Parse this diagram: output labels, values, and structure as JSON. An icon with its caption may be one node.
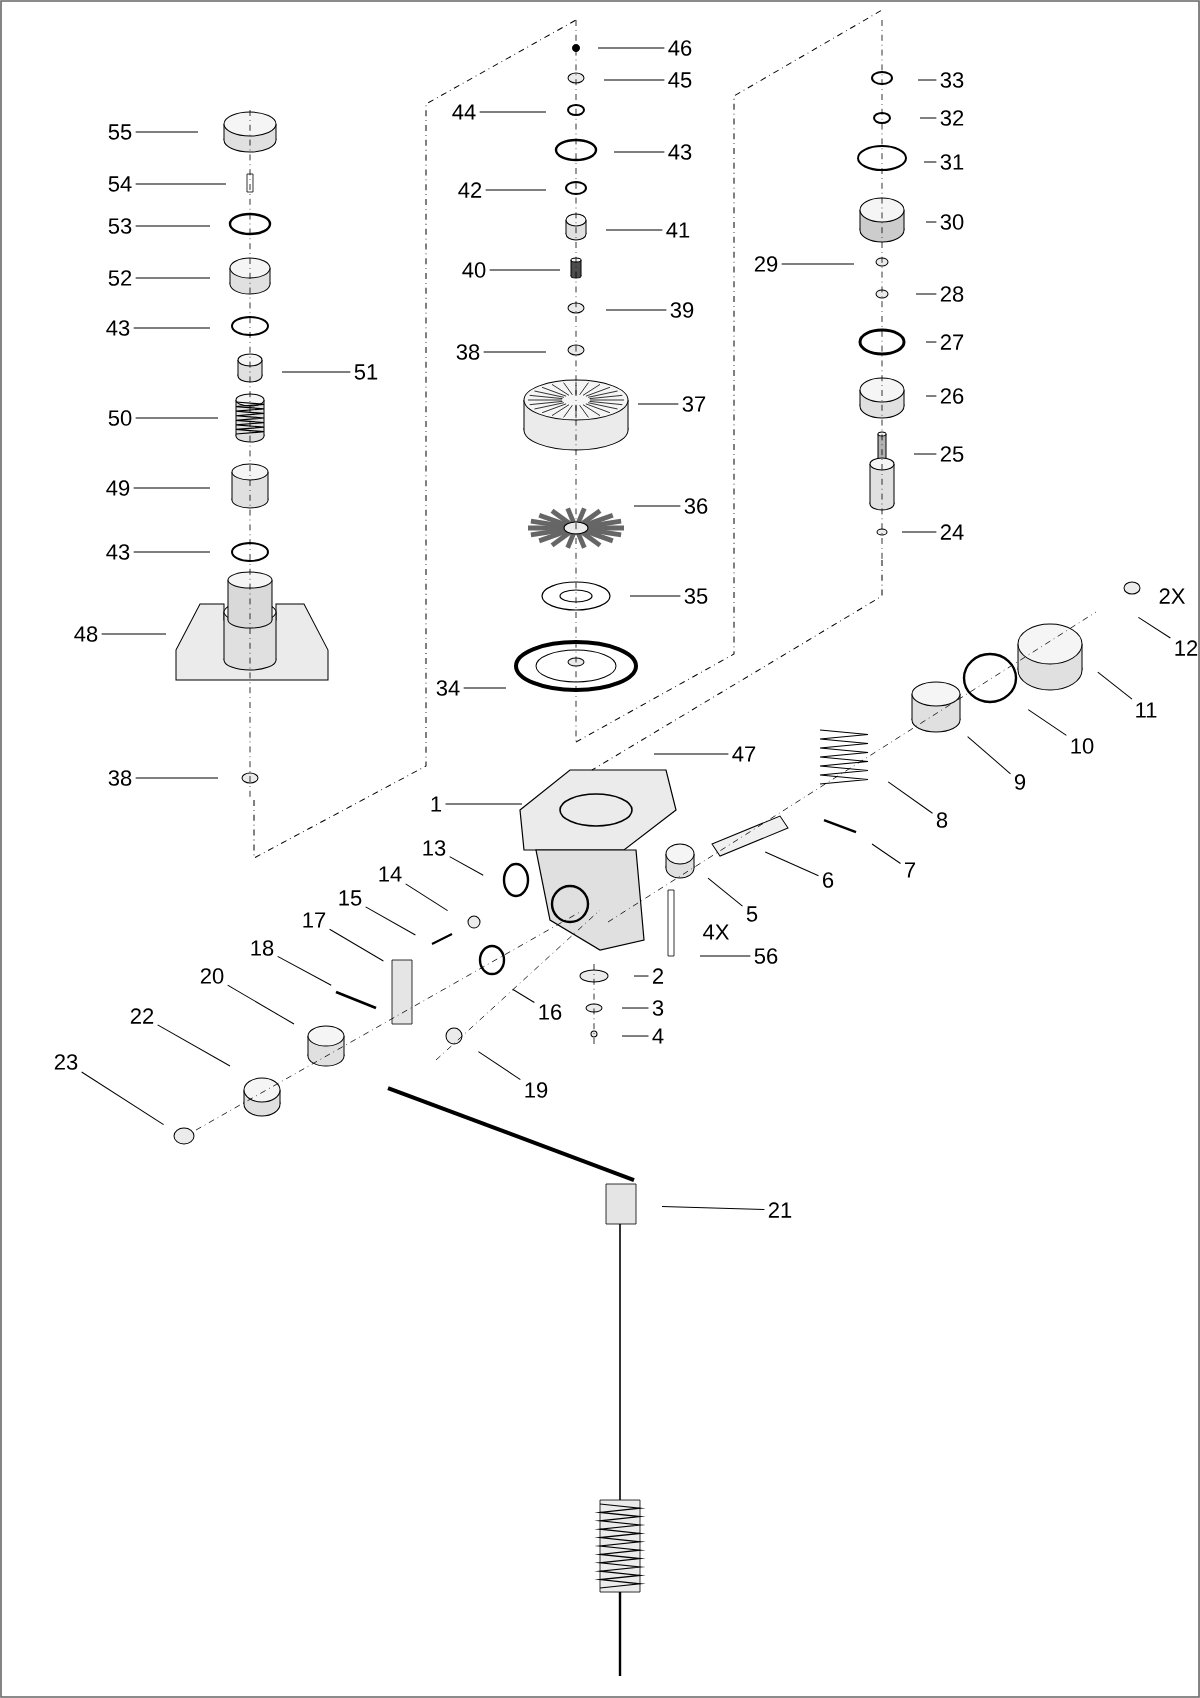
{
  "diagram": {
    "nodes": [
      {
        "text": [
          "46"
        ]
      },
      {
        "text": [
          "45"
        ]
      },
      {
        "text": [
          "33"
        ]
      },
      {
        "text": [
          "44"
        ]
      },
      {
        "text": [
          "32"
        ]
      },
      {
        "text": [
          "55"
        ]
      },
      {
        "text": [
          "43"
        ]
      },
      {
        "text": [
          "31"
        ]
      },
      {
        "text": [
          "54"
        ]
      },
      {
        "text": [
          "42"
        ]
      },
      {
        "text": [
          "30"
        ]
      },
      {
        "text": [
          "53"
        ]
      },
      {
        "text": [
          "41"
        ]
      },
      {
        "text": [
          "29"
        ]
      },
      {
        "text": [
          "40"
        ]
      },
      {
        "text": [
          "52"
        ]
      },
      {
        "text": [
          "28"
        ]
      },
      {
        "text": [
          "39"
        ]
      },
      {
        "text": [
          "43"
        ]
      },
      {
        "text": [
          "38"
        ]
      },
      {
        "text": [
          "51"
        ]
      },
      {
        "text": [
          "27"
        ]
      },
      {
        "text": [
          "37"
        ]
      },
      {
        "text": [
          "50"
        ]
      },
      {
        "text": [
          "26"
        ]
      },
      {
        "text": [
          "49"
        ]
      },
      {
        "text": [
          "36"
        ]
      },
      {
        "text": [
          "25"
        ]
      },
      {
        "text": [
          "24"
        ]
      },
      {
        "text": [
          "43"
        ]
      },
      {
        "text": [
          "35"
        ]
      },
      {
        "text": [
          "12"
        ],
        "beside": [
          "2X"
        ]
      },
      {
        "text": [
          "48"
        ]
      },
      {
        "text": [
          "34"
        ]
      },
      {
        "text": [
          "11"
        ]
      },
      {
        "text": [
          "10"
        ]
      },
      {
        "text": [
          "47"
        ]
      },
      {
        "text": [
          "9"
        ]
      },
      {
        "text": [
          "38"
        ]
      },
      {
        "text": [
          "1"
        ]
      },
      {
        "text": [
          "8"
        ]
      },
      {
        "text": [
          "7"
        ]
      },
      {
        "text": [
          "13"
        ]
      },
      {
        "text": [
          "6"
        ]
      },
      {
        "text": [
          "14"
        ]
      },
      {
        "text": [
          "15"
        ]
      },
      {
        "text": [
          "5"
        ]
      },
      {
        "text": [
          "17"
        ]
      },
      {
        "text": [
          "18"
        ]
      },
      {
        "text": [
          "56"
        ],
        "beside": [
          "4X"
        ]
      },
      {
        "text": [
          "2"
        ]
      },
      {
        "text": [
          "20"
        ]
      },
      {
        "text": [
          "16"
        ]
      },
      {
        "text": [
          "3"
        ]
      },
      {
        "text": [
          "22"
        ]
      },
      {
        "text": [
          "4"
        ]
      },
      {
        "text": [
          "23"
        ]
      },
      {
        "text": [
          "19"
        ]
      },
      {
        "text": [
          "21"
        ]
      }
    ],
    "edges": [
      {
        "from": 0,
        "to": null,
        "arrow": "none"
      },
      {
        "from": 1,
        "to": null,
        "arrow": "none"
      },
      {
        "from": 2,
        "to": null,
        "arrow": "none"
      },
      {
        "from": 3,
        "to": null,
        "arrow": "none"
      },
      {
        "from": 4,
        "to": null,
        "arrow": "none"
      },
      {
        "from": 5,
        "to": null,
        "arrow": "none"
      },
      {
        "from": 6,
        "to": null,
        "arrow": "none"
      },
      {
        "from": 7,
        "to": null,
        "arrow": "none"
      },
      {
        "from": 8,
        "to": null,
        "arrow": "none"
      },
      {
        "from": 9,
        "to": null,
        "arrow": "none"
      },
      {
        "from": 10,
        "to": null,
        "arrow": "none"
      },
      {
        "from": 11,
        "to": null,
        "arrow": "none"
      },
      {
        "from": 12,
        "to": null,
        "arrow": "none"
      },
      {
        "from": 13,
        "to": null,
        "arrow": "none"
      },
      {
        "from": 14,
        "to": null,
        "arrow": "none"
      },
      {
        "from": 15,
        "to": null,
        "arrow": "none"
      },
      {
        "from": 16,
        "to": null,
        "arrow": "none"
      },
      {
        "from": 17,
        "to": null,
        "arrow": "none"
      },
      {
        "from": 18,
        "to": null,
        "arrow": "none"
      },
      {
        "from": 19,
        "to": null,
        "arrow": "none"
      },
      {
        "from": 20,
        "to": null,
        "arrow": "none"
      },
      {
        "from": 21,
        "to": null,
        "arrow": "none"
      },
      {
        "from": 22,
        "to": null,
        "arrow": "none"
      },
      {
        "from": 23,
        "to": null,
        "arrow": "none"
      },
      {
        "from": 24,
        "to": null,
        "arrow": "none"
      },
      {
        "from": 25,
        "to": null,
        "arrow": "none"
      },
      {
        "from": 26,
        "to": null,
        "arrow": "none"
      },
      {
        "from": 27,
        "to": null,
        "arrow": "none"
      },
      {
        "from": 28,
        "to": null,
        "arrow": "none"
      },
      {
        "from": 29,
        "to": null,
        "arrow": "none"
      },
      {
        "from": 30,
        "to": null,
        "arrow": "none"
      },
      {
        "from": 31,
        "to": null,
        "arrow": "none"
      },
      {
        "from": 32,
        "to": null,
        "arrow": "none"
      },
      {
        "from": 33,
        "to": null,
        "arrow": "none"
      },
      {
        "from": 34,
        "to": null,
        "arrow": "none"
      },
      {
        "from": 35,
        "to": null,
        "arrow": "none"
      },
      {
        "from": 36,
        "to": null,
        "arrow": "none"
      },
      {
        "from": 37,
        "to": null,
        "arrow": "none"
      },
      {
        "from": 38,
        "to": null,
        "arrow": "none"
      },
      {
        "from": 39,
        "to": null,
        "arrow": "none"
      },
      {
        "from": 40,
        "to": null,
        "arrow": "none"
      },
      {
        "from": 41,
        "to": null,
        "arrow": "none"
      },
      {
        "from": 42,
        "to": null,
        "arrow": "none"
      },
      {
        "from": 43,
        "to": null,
        "arrow": "none"
      },
      {
        "from": 44,
        "to": null,
        "arrow": "none"
      },
      {
        "from": 45,
        "to": null,
        "arrow": "none"
      },
      {
        "from": 46,
        "to": null,
        "arrow": "none"
      },
      {
        "from": 47,
        "to": null,
        "arrow": "none"
      },
      {
        "from": 48,
        "to": null,
        "arrow": "none"
      },
      {
        "from": 49,
        "to": null,
        "arrow": "none"
      },
      {
        "from": 50,
        "to": null,
        "arrow": "none"
      },
      {
        "from": 51,
        "to": null,
        "arrow": "none"
      },
      {
        "from": 52,
        "to": null,
        "arrow": "none"
      },
      {
        "from": 53,
        "to": null,
        "arrow": "none"
      },
      {
        "from": 54,
        "to": null,
        "arrow": "none"
      },
      {
        "from": 55,
        "to": null,
        "arrow": "none"
      },
      {
        "from": 56,
        "to": null,
        "arrow": "none"
      },
      {
        "from": 57,
        "to": null,
        "arrow": "none"
      },
      {
        "from": 58,
        "to": null,
        "arrow": "none"
      }
    ]
  }
}
